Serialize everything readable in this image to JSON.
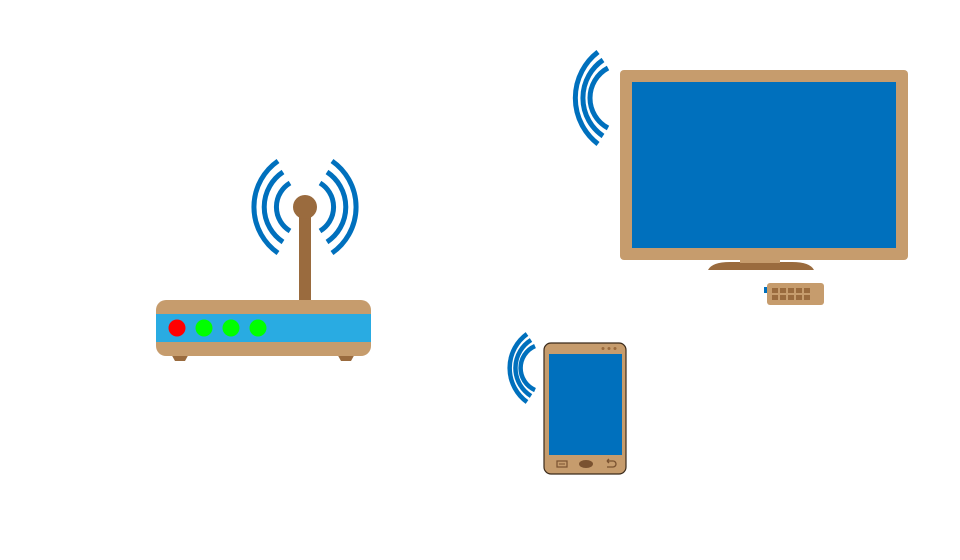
{
  "colors": {
    "background": "#ffffff",
    "signal_wave": "#0070bd",
    "device_body": "#c69c6d",
    "device_dark": "#9a6b3e",
    "screen": "#0070bd",
    "router_band": "#29abe2",
    "led_red": "#ff0000",
    "led_green": "#00ff00",
    "button_dark": "#7a5230"
  },
  "devices": {
    "router": {
      "icon": "wifi-router-icon",
      "led_states": [
        "red",
        "green",
        "green",
        "green"
      ]
    },
    "television": {
      "icon": "smart-tv-icon"
    },
    "dongle": {
      "icon": "wireless-dongle-icon"
    },
    "smartphone": {
      "icon": "smartphone-icon"
    }
  },
  "signals": {
    "router_waves": "wifi-signal-icon",
    "tv_waves": "wifi-signal-icon",
    "phone_waves": "wifi-signal-icon"
  }
}
